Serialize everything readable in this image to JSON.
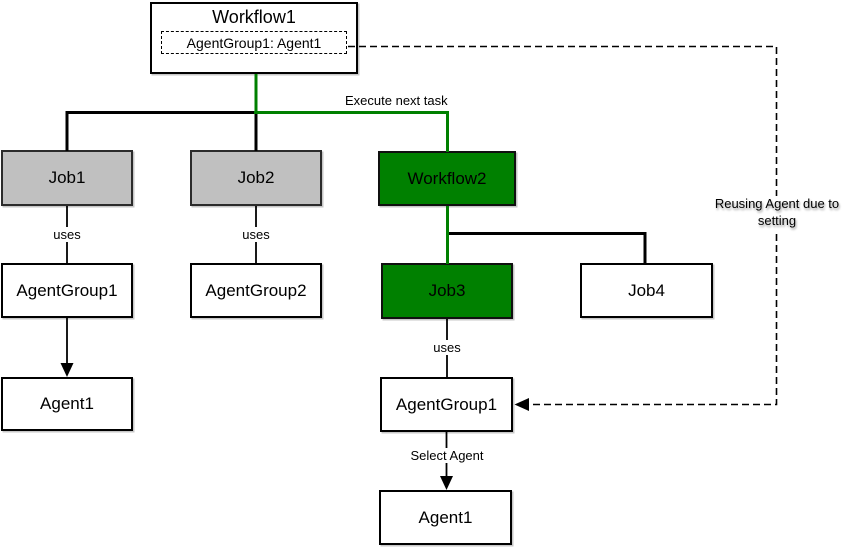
{
  "diagram": {
    "workflow1": {
      "title": "Workflow1",
      "agent_binding": "AgentGroup1: Agent1"
    },
    "nodes": {
      "job1": "Job1",
      "job2": "Job2",
      "workflow2": "Workflow2",
      "job3": "Job3",
      "job4": "Job4",
      "agentgroup1_left": "AgentGroup1",
      "agentgroup2": "AgentGroup2",
      "agent1_left": "Agent1",
      "agentgroup1_mid": "AgentGroup1",
      "agent1_mid": "Agent1"
    },
    "labels": {
      "execute_next_task": "Execute next task",
      "uses_job1": "uses",
      "uses_job2": "uses",
      "uses_job3": "uses",
      "select_agent": "Select Agent",
      "reusing_agent": "Reusing Agent due to setting"
    },
    "colors": {
      "active_green": "#008000",
      "inactive_gray": "#c0c0c0",
      "box_white": "#ffffff",
      "line_black": "#000000"
    }
  }
}
